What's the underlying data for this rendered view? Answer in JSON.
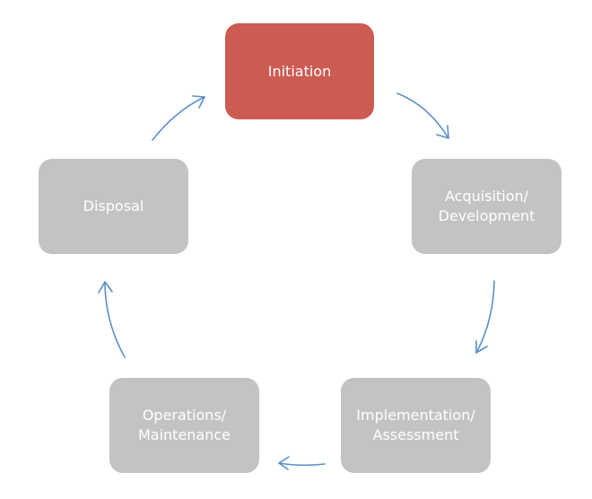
{
  "diagram": {
    "type": "cycle",
    "colors": {
      "active_node": "#cc5b52",
      "node": "#c3c3c3",
      "text": "#ffffff",
      "arrow": "#5b8fc7"
    },
    "nodes": [
      {
        "id": "initiation",
        "label": "Initiation",
        "state": "active"
      },
      {
        "id": "acquisition",
        "label": "Acquisition/\nDevelopment",
        "state": "inactive"
      },
      {
        "id": "implementation",
        "label": "Implementation/\nAssessment",
        "state": "inactive"
      },
      {
        "id": "operations",
        "label": "Operations/\nMaintenance",
        "state": "inactive"
      },
      {
        "id": "disposal",
        "label": "Disposal",
        "state": "inactive"
      }
    ],
    "edges": [
      {
        "from": "initiation",
        "to": "acquisition"
      },
      {
        "from": "acquisition",
        "to": "implementation"
      },
      {
        "from": "implementation",
        "to": "operations"
      },
      {
        "from": "operations",
        "to": "disposal"
      },
      {
        "from": "disposal",
        "to": "initiation"
      }
    ]
  }
}
